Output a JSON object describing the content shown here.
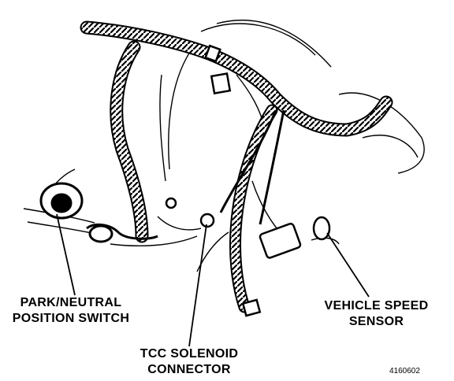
{
  "callouts": {
    "park_neutral": [
      "PARK/NEUTRAL",
      "POSITION SWITCH"
    ],
    "vehicle_speed": [
      "VEHICLE SPEED",
      "SENSOR"
    ],
    "tcc_solenoid": [
      "TCC SOLENOID",
      "CONNECTOR"
    ]
  },
  "figure_number": "4160602",
  "colors": {
    "ink": "#000000",
    "paper": "#ffffff"
  }
}
